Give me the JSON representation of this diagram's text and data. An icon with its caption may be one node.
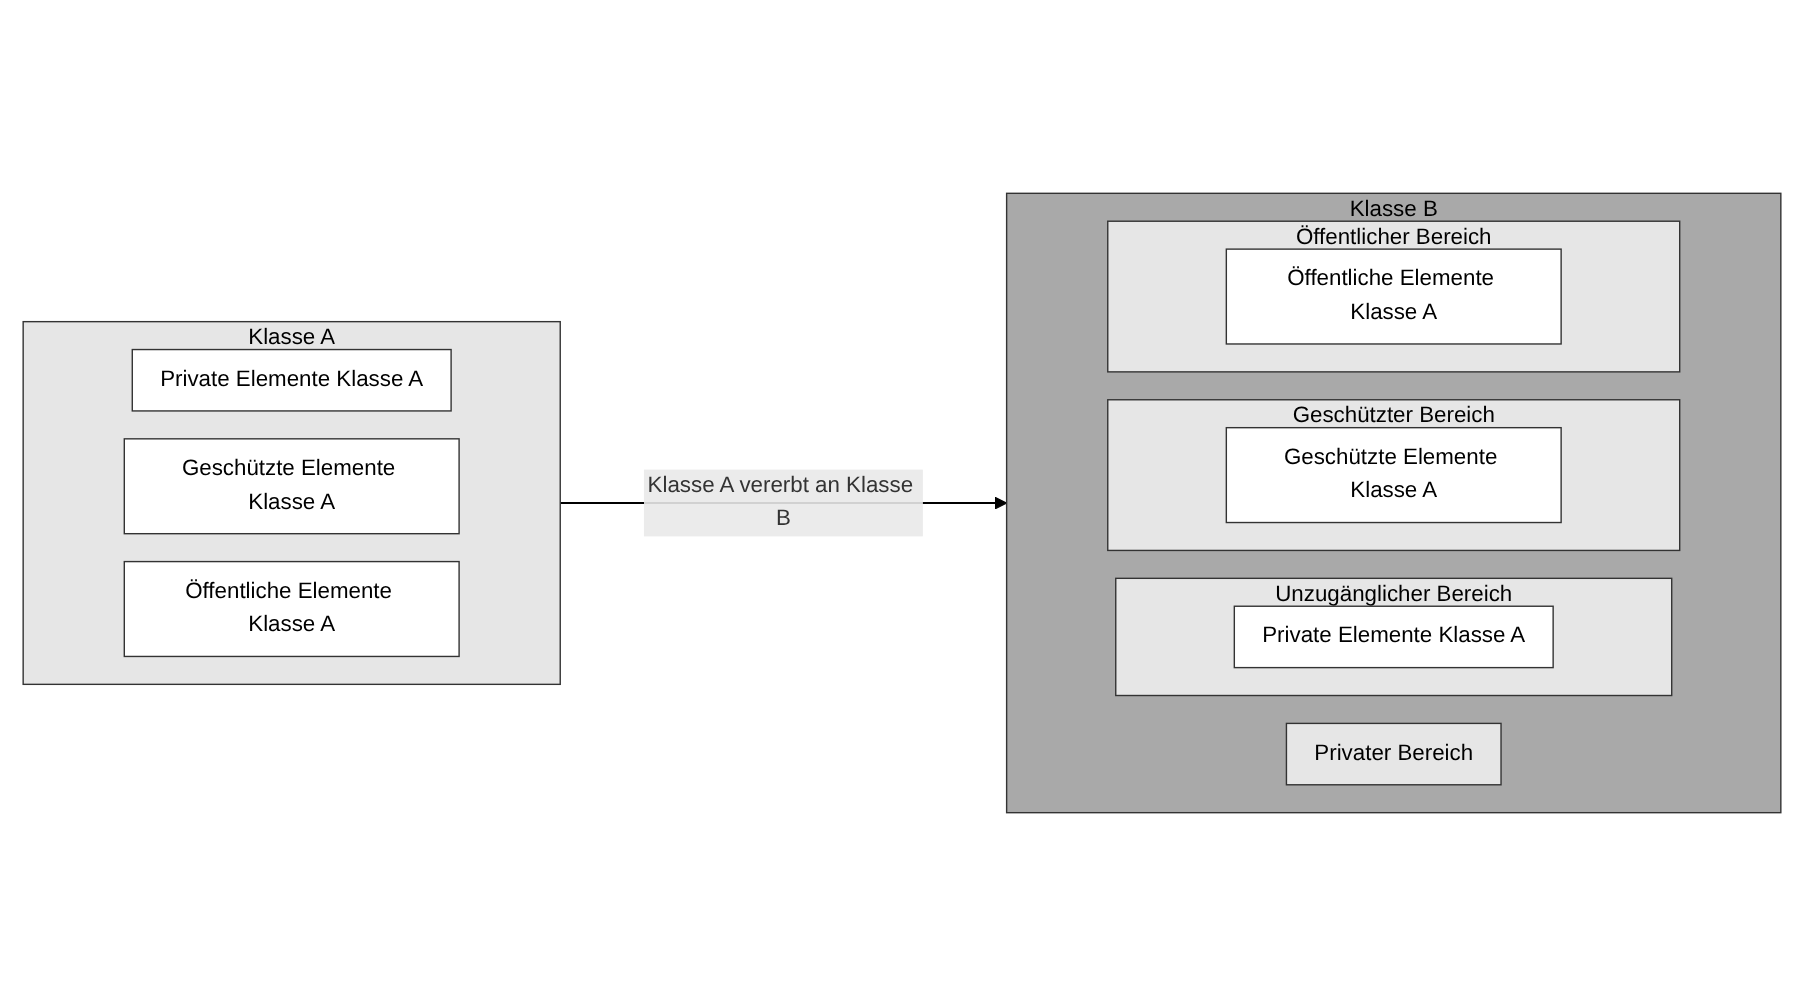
{
  "diagram": {
    "nodes": [
      {
        "text": [
          "Klasse A"
        ]
      },
      {
        "text": [
          "Private Elemente Klasse A"
        ],
        "in": 0
      },
      {
        "text": [
          "Geschützte Elemente Klasse A"
        ],
        "in": 0
      },
      {
        "text": [
          "Öffentliche Elemente Klasse A"
        ],
        "in": 0
      },
      {
        "text": [
          "Klasse B"
        ]
      },
      {
        "text": [
          "Unzugänglicher Bereich"
        ],
        "in": 4
      },
      {
        "text": [
          "Private Elemente Klasse A"
        ],
        "in": 5
      },
      {
        "text": [
          "Privater Bereich"
        ],
        "in": 4
      },
      {
        "text": [
          "Geschützter Bereich"
        ],
        "in": 4
      },
      {
        "text": [
          "Geschützte Elemente Klasse A"
        ],
        "in": 8
      },
      {
        "text": [
          "Öffentlicher Bereich"
        ],
        "in": 4
      },
      {
        "text": [
          "Öffentliche Elemente Klasse A"
        ],
        "in": 10
      }
    ],
    "edges": [
      {
        "from": 0,
        "to": 4,
        "arrow": "to",
        "label": "Klasse A vererbt an Klasse B"
      }
    ]
  }
}
